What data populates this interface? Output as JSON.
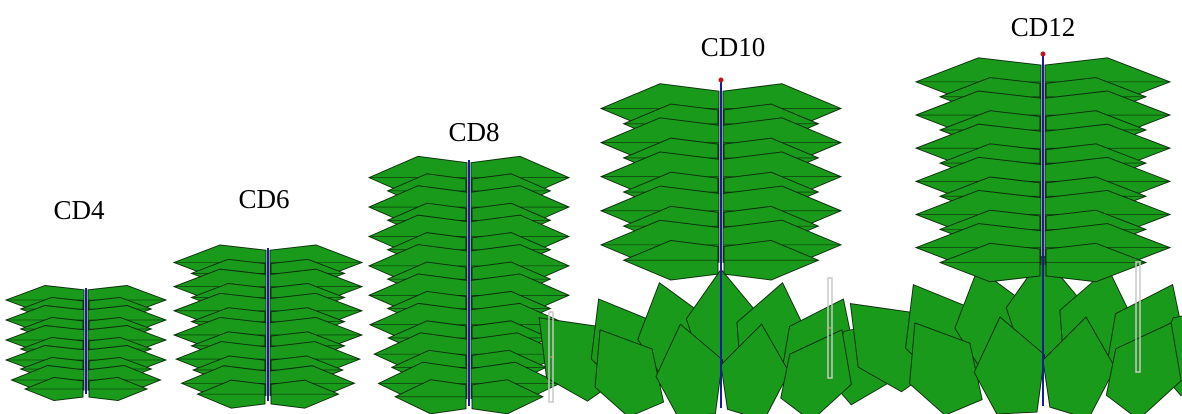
{
  "figure": {
    "plants": [
      {
        "id": "cd4",
        "label": "CD4"
      },
      {
        "id": "cd6",
        "label": "CD6"
      },
      {
        "id": "cd8",
        "label": "CD8"
      },
      {
        "id": "cd10",
        "label": "CD10"
      },
      {
        "id": "cd12",
        "label": "CD12"
      }
    ]
  },
  "colors": {
    "leaf": "#1a9a1a",
    "leaf_dark": "#157d15",
    "outline": "#0a2a0a",
    "stem": "#1a1aa0",
    "node_marker": "#c0141e",
    "scale_bar": "#c8c8c8"
  }
}
